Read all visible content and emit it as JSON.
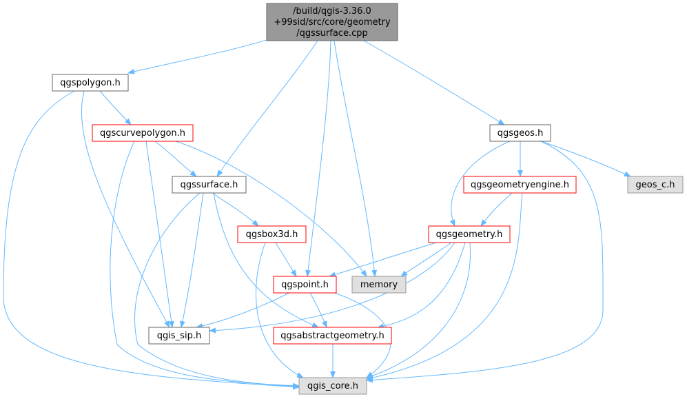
{
  "colors": {
    "edge": "#63b8ff",
    "root_fill": "#999999",
    "root_border": "#666666",
    "normal_fill": "#ffffff",
    "normal_border": "#666666",
    "red_border": "#ff0000",
    "system_fill": "#e0e0e0",
    "system_border": "#999999"
  },
  "nodes": [
    {
      "id": "root",
      "lines": [
        "/build/qgis-3.36.0",
        "+99sid/src/core/geometry",
        "/qgssurface.cpp"
      ],
      "style": "root"
    },
    {
      "id": "qgspolygon",
      "lines": [
        "qgspolygon.h"
      ],
      "style": "normal"
    },
    {
      "id": "qgscurvepolygon",
      "lines": [
        "qgscurvepolygon.h"
      ],
      "style": "red"
    },
    {
      "id": "qgssurface",
      "lines": [
        "qgssurface.h"
      ],
      "style": "normal"
    },
    {
      "id": "qgsbox3d",
      "lines": [
        "qgsbox3d.h"
      ],
      "style": "red"
    },
    {
      "id": "qgspoint",
      "lines": [
        "qgspoint.h"
      ],
      "style": "red"
    },
    {
      "id": "memory",
      "lines": [
        "memory"
      ],
      "style": "system"
    },
    {
      "id": "qgssip",
      "lines": [
        "qgis_sip.h"
      ],
      "style": "normal"
    },
    {
      "id": "qgsabstractgeometry",
      "lines": [
        "qgsabstractgeometry.h"
      ],
      "style": "red"
    },
    {
      "id": "qgscore",
      "lines": [
        "qgis_core.h"
      ],
      "style": "system"
    },
    {
      "id": "qgsgeos",
      "lines": [
        "qgsgeos.h"
      ],
      "style": "normal"
    },
    {
      "id": "qgsgeometryengine",
      "lines": [
        "qgsgeometryengine.h"
      ],
      "style": "red"
    },
    {
      "id": "qgsgeometry",
      "lines": [
        "qgsgeometry.h"
      ],
      "style": "red"
    },
    {
      "id": "geosc",
      "lines": [
        "geos_c.h"
      ],
      "style": "system"
    }
  ],
  "edges": [
    {
      "from": "root",
      "to": "qgspolygon"
    },
    {
      "from": "root",
      "to": "qgssurface"
    },
    {
      "from": "root",
      "to": "qgspoint"
    },
    {
      "from": "root",
      "to": "memory"
    },
    {
      "from": "root",
      "to": "qgsgeos"
    },
    {
      "from": "qgspolygon",
      "to": "qgscurvepolygon"
    },
    {
      "from": "qgspolygon",
      "to": "qgssip"
    },
    {
      "from": "qgspolygon",
      "to": "qgscore"
    },
    {
      "from": "qgscurvepolygon",
      "to": "qgssurface"
    },
    {
      "from": "qgscurvepolygon",
      "to": "memory"
    },
    {
      "from": "qgscurvepolygon",
      "to": "qgssip"
    },
    {
      "from": "qgscurvepolygon",
      "to": "qgscore"
    },
    {
      "from": "qgssurface",
      "to": "qgsbox3d"
    },
    {
      "from": "qgssurface",
      "to": "qgsabstractgeometry"
    },
    {
      "from": "qgssurface",
      "to": "qgssip"
    },
    {
      "from": "qgssurface",
      "to": "qgscore"
    },
    {
      "from": "qgsbox3d",
      "to": "qgspoint"
    },
    {
      "from": "qgsbox3d",
      "to": "qgscore"
    },
    {
      "from": "qgspoint",
      "to": "qgsabstractgeometry"
    },
    {
      "from": "qgspoint",
      "to": "qgssip"
    },
    {
      "from": "qgspoint",
      "to": "qgscore"
    },
    {
      "from": "qgsabstractgeometry",
      "to": "qgscore"
    },
    {
      "from": "qgsgeos",
      "to": "qgsgeometryengine"
    },
    {
      "from": "qgsgeos",
      "to": "qgsgeometry"
    },
    {
      "from": "qgsgeos",
      "to": "geosc"
    },
    {
      "from": "qgsgeos",
      "to": "qgscore"
    },
    {
      "from": "qgsgeometryengine",
      "to": "qgsgeometry"
    },
    {
      "from": "qgsgeometryengine",
      "to": "qgscore"
    },
    {
      "from": "qgsgeometry",
      "to": "qgspoint"
    },
    {
      "from": "qgsgeometry",
      "to": "memory"
    },
    {
      "from": "qgsgeometry",
      "to": "qgssip"
    },
    {
      "from": "qgsgeometry",
      "to": "qgsabstractgeometry"
    },
    {
      "from": "qgsgeometry",
      "to": "qgscore"
    }
  ]
}
